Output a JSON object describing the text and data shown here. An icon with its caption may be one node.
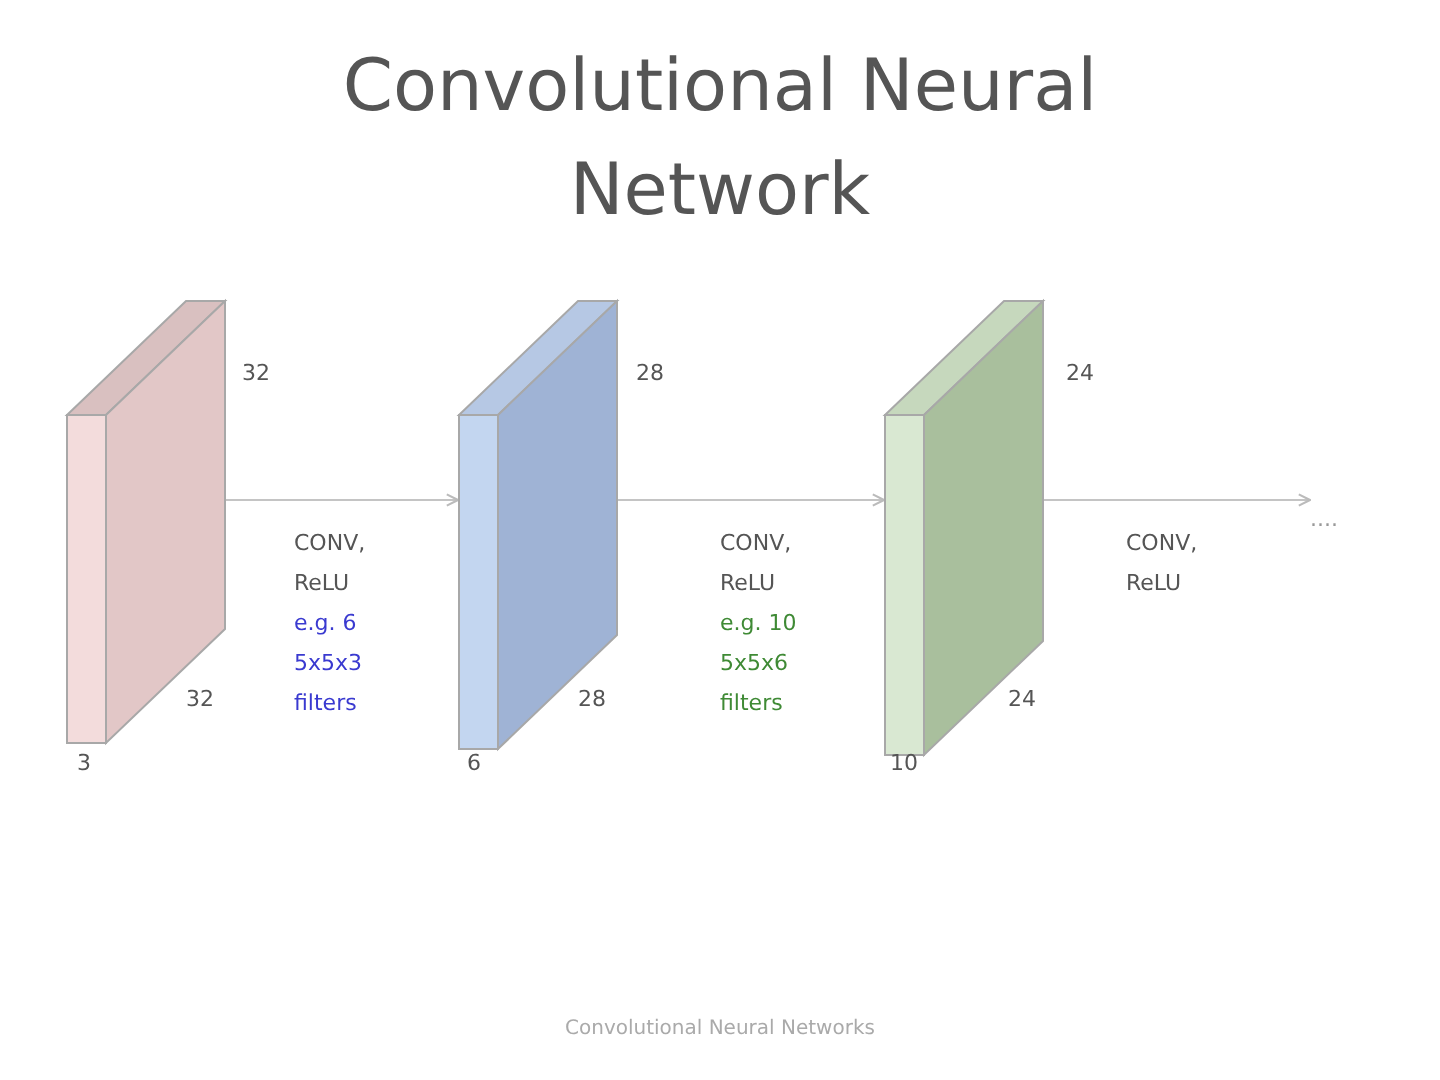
{
  "diagram": {
    "title": "Convolutional Neural Network",
    "caption": "Convolutional Neural Networks",
    "nodes": [
      {
        "text": [],
        "shape": "box",
        "beside": [
          "32",
          "32",
          "3"
        ]
      },
      {
        "text": [],
        "shape": "box",
        "beside": [
          "28",
          "28",
          "6"
        ]
      },
      {
        "text": [],
        "shape": "box",
        "beside": [
          "24",
          "24",
          "10"
        ]
      },
      {
        "text": [
          "...."
        ]
      }
    ],
    "edges": [
      {
        "from": 0,
        "to": 1,
        "arrow": "to",
        "label": "CONV, ReLU"
      },
      {
        "from": 1,
        "to": 2,
        "arrow": "to",
        "label": "CONV, ReLU"
      },
      {
        "from": 2,
        "to": 3,
        "arrow": "to",
        "label": "CONV, ReLU"
      }
    ],
    "labels": [
      "e.g. 6 5x5x3 filters",
      "e.g. 10 5x5x6 filters"
    ]
  }
}
